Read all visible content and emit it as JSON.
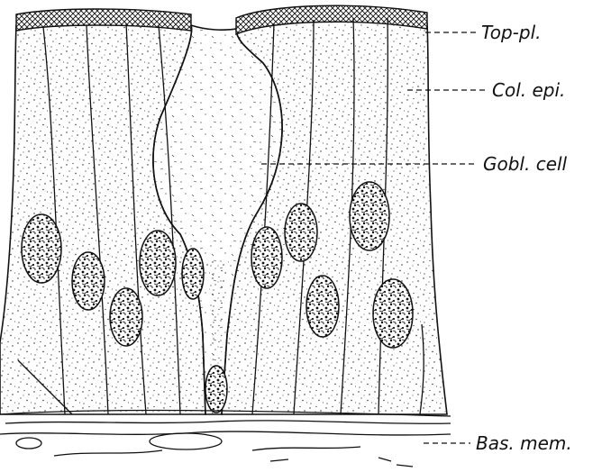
{
  "figure": {
    "labels": {
      "top_plate": "Top-pl.",
      "columnar_epithelium": "Col. epi.",
      "goblet_cell": "Gobl. cell",
      "basement_membrane": "Bas. mem."
    }
  },
  "colors": {
    "ink": "#111111",
    "background": "#ffffff"
  }
}
